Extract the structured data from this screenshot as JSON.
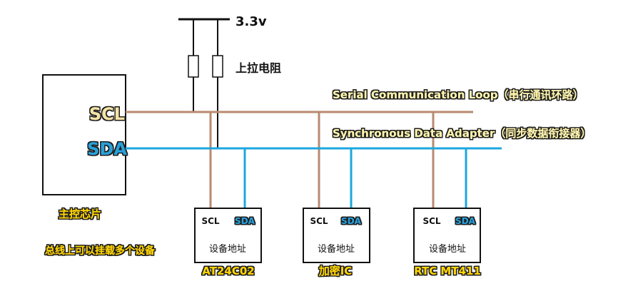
{
  "power": {
    "voltage_label": "3.3v",
    "pullup_label": "上拉电阻"
  },
  "master": {
    "scl_label": "SCL",
    "sda_label": "SDA",
    "name": "主控芯片"
  },
  "buses": {
    "scl_desc": "Serial Communication Loop（串行通讯环路）",
    "sda_desc": "Synchronous Data Adapter（同步数据衔接器）"
  },
  "bus_note": "总线上可以挂载多个设备",
  "devices": [
    {
      "scl": "SCL",
      "sda": "SDA",
      "addr": "设备地址",
      "name": "AT24C02"
    },
    {
      "scl": "SCL",
      "sda": "SDA",
      "addr": "设备地址",
      "name": "加密IC"
    },
    {
      "scl": "SCL",
      "sda": "SDA",
      "addr": "设备地址",
      "name": "RTC MT411"
    }
  ],
  "colors": {
    "scl_line": "#b98a6f",
    "sda_line": "#1ca7e0",
    "label_yellow": "#ffd400",
    "desc_text": "#fff5b0",
    "desc_shadow": "#1c2a36",
    "sda_text": "#2aa0d8",
    "scl_text": "#f4e3a6"
  }
}
